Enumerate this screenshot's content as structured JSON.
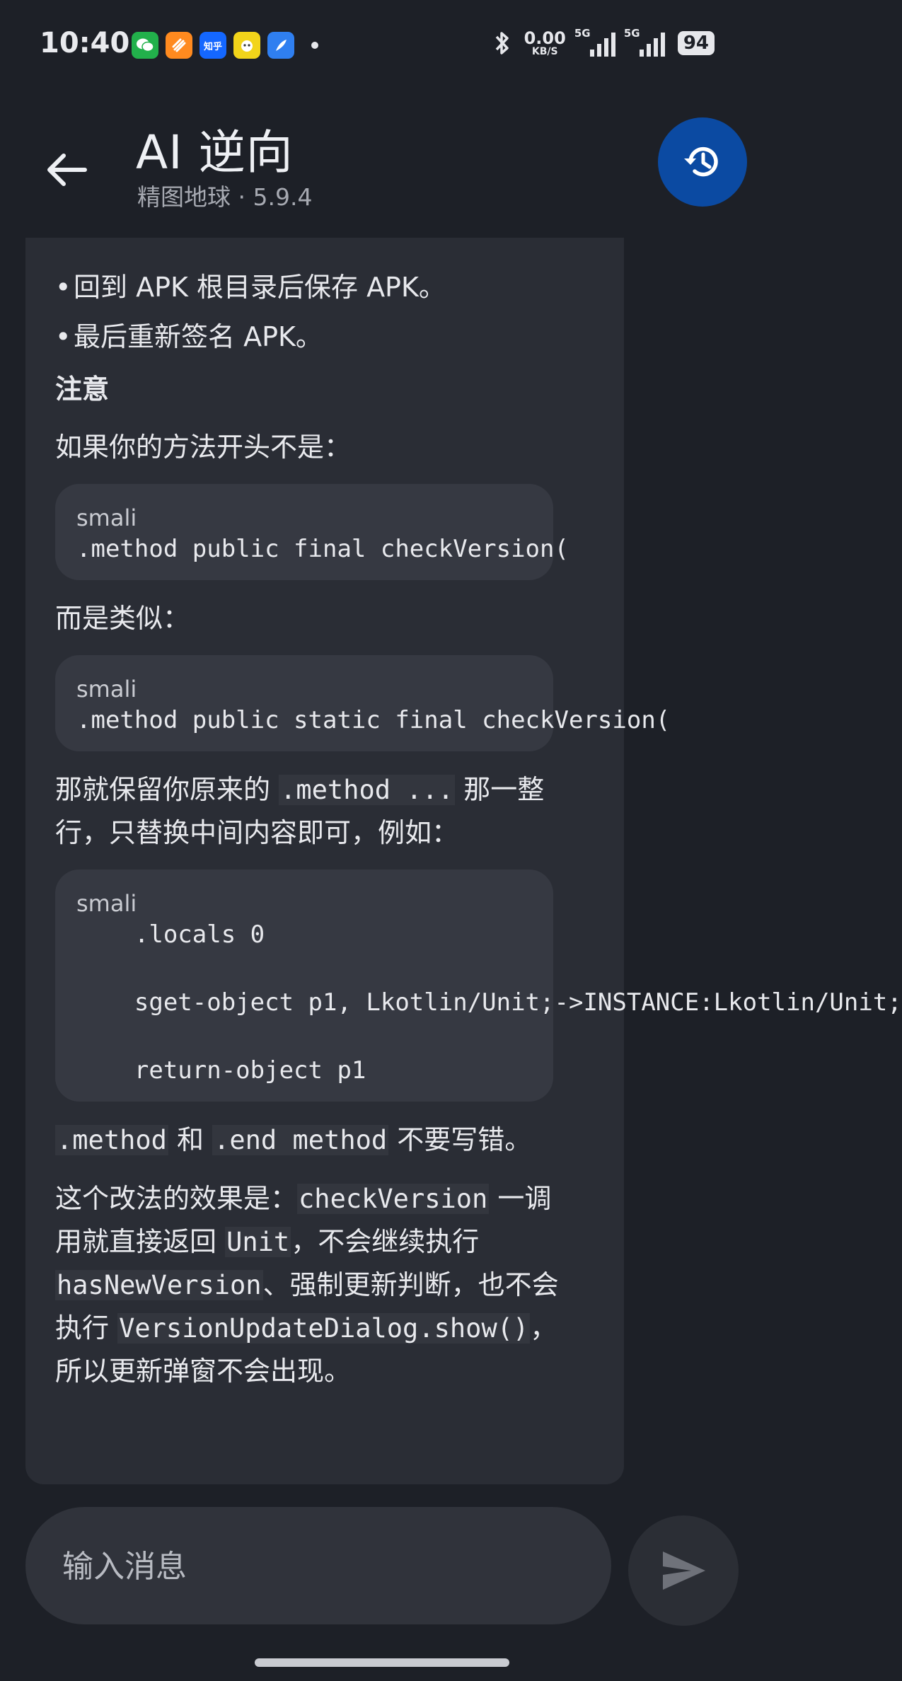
{
  "status_bar": {
    "time": "10:40",
    "net_speed_value": "0.00",
    "net_speed_unit": "KB/S",
    "signal1_label": "5G",
    "signal2_label": "5G",
    "battery": "94",
    "app_icons": [
      {
        "name": "wechat-icon",
        "color": "#22b04b"
      },
      {
        "name": "taobao-icon",
        "color": "#ff8a1f"
      },
      {
        "name": "zhihu-icon",
        "color": "#1467ff",
        "text": "知乎"
      },
      {
        "name": "game-icon",
        "color": "#f2d41a"
      },
      {
        "name": "feather-icon",
        "color": "#2f7ff0"
      }
    ]
  },
  "header": {
    "title": "AI 逆向",
    "subtitle": "精图地球 · 5.9.4"
  },
  "message": {
    "bullets": [
      "回到 APK 根目录后保存 APK。",
      "最后重新签名 APK。"
    ],
    "heading": "注意",
    "p1": "如果你的方法开头不是：",
    "code1": {
      "lang": "smali",
      "line": ".method public final checkVersion("
    },
    "p2": "而是类似：",
    "code2": {
      "lang": "smali",
      "line": ".method public static final checkVersion("
    },
    "p3a": "那就保留你原来的 ",
    "p3code": ".method ...",
    "p3b": " 那一整行，只替换中间内容即可，例如：",
    "code3": {
      "lang": "smali",
      "lines": [
        "    .locals 0",
        "    sget-object p1, Lkotlin/Unit;->INSTANCE:Lkotlin/Unit;",
        "    return-object p1"
      ]
    },
    "p4code1": ".method",
    "p4mid": " 和 ",
    "p4code2": ".end method",
    "p4end": " 不要写错。",
    "p5a": "这个改法的效果是：",
    "p5c1": "checkVersion",
    "p5b": " 一调用就直接返回 ",
    "p5c2": "Unit",
    "p5c": "，不会继续执行 ",
    "p5c3": "hasNewVersion",
    "p5d": "、强制更新判断，也不会执行 ",
    "p5c4": "VersionUpdateDialog.show()",
    "p5e": "，所以更新弹窗不会出现。"
  },
  "input": {
    "placeholder": "输入消息"
  },
  "colors": {
    "accent": "#0b4aa2",
    "background": "#1d2027",
    "bubble": "#2a2d35",
    "code": "#363942"
  }
}
